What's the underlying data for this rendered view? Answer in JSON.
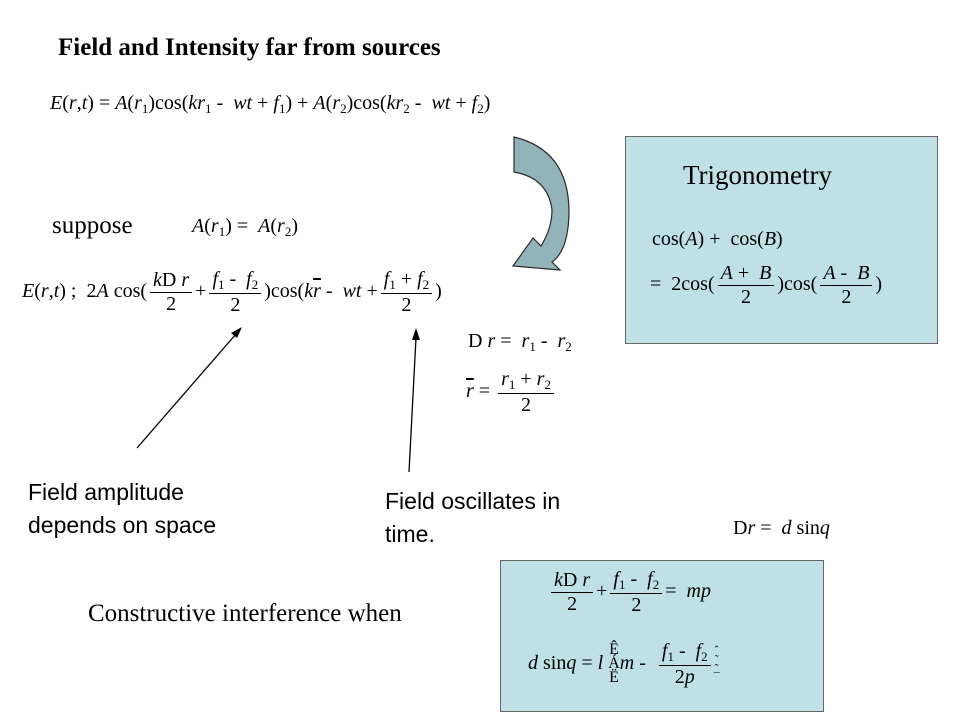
{
  "slide": {
    "title": "Field and Intensity far from sources",
    "suppose_label": "suppose",
    "trig_title": "Trigonometry",
    "amp_caption_line1": "Field amplitude",
    "amp_caption_line2": "depends on space",
    "osc_caption_line1": "Field oscillates in",
    "osc_caption_line2": "time.",
    "constructive_label": "Constructive  interference when"
  },
  "colors": {
    "box_fill": "#bfe0e4",
    "arrow_fill": "#93b3bb"
  }
}
